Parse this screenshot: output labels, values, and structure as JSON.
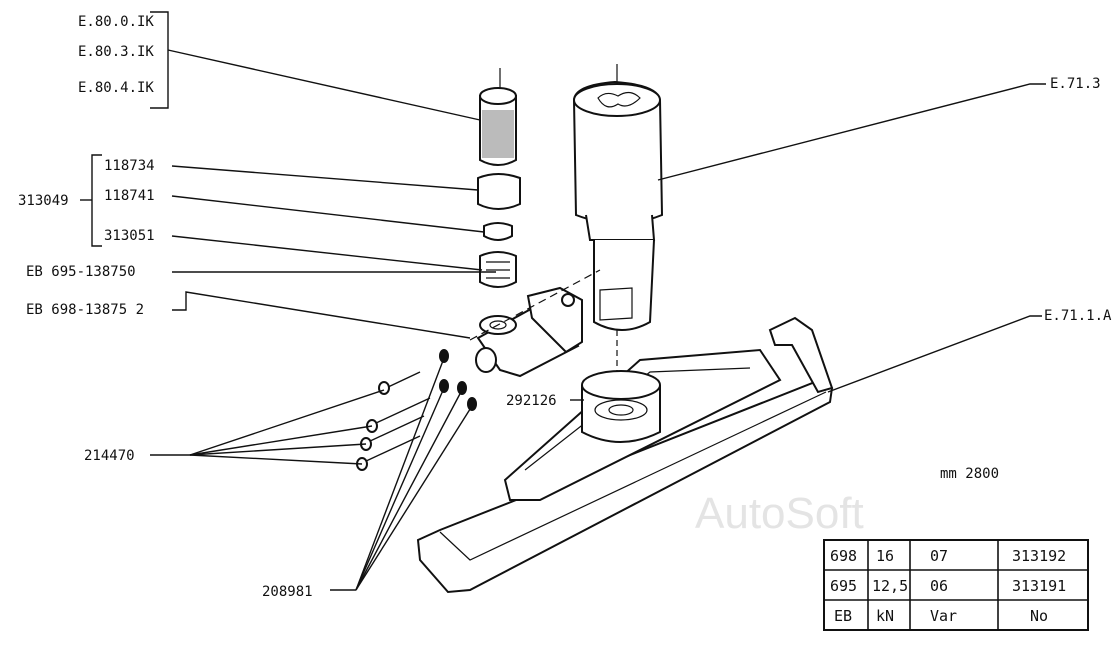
{
  "labels": {
    "e800": "E.80.0.IK",
    "e803": "E.80.3.IK",
    "e804": "E.80.4.IK",
    "p118734": "118734",
    "p118741": "118741",
    "p313051": "313051",
    "p313049": "313049",
    "eb695": "EB 695-138750",
    "eb698": "EB 698-13875 2",
    "e713": "E.71.3",
    "e711a": "E.71.1.A",
    "p292126": "292126",
    "p214470": "214470",
    "p208981": "208981",
    "scale": "mm 2800"
  },
  "watermark": "AutoSoft",
  "table": {
    "rows": [
      [
        "698",
        "16",
        "07",
        "313192"
      ],
      [
        "695",
        "12,5",
        "06",
        "313191"
      ],
      [
        "EB",
        "kN",
        "Var",
        "No"
      ]
    ]
  }
}
